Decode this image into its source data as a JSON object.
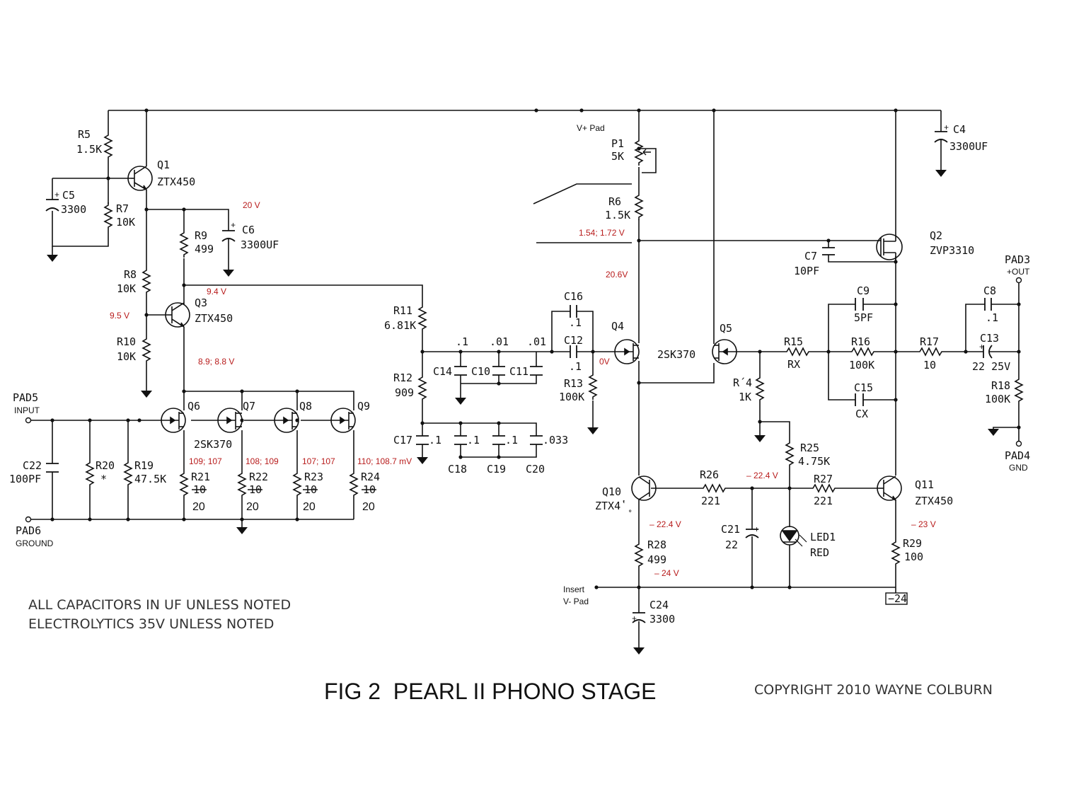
{
  "figure": {
    "title": "FIG 2  PEARL II PHONO STAGE",
    "copyright": "COPYRIGHT 2010 WAYNE COLBURN",
    "notes": [
      "ALL CAPACITORS IN UF UNLESS NOTED",
      "ELECTROLYTICS 35V UNLESS NOTED"
    ]
  },
  "components": [
    {
      "id": "R5",
      "ref": "R5",
      "value": "1.5K"
    },
    {
      "id": "Q1",
      "ref": "Q1",
      "value": "ZTX450"
    },
    {
      "id": "C5",
      "ref": "C5",
      "value": "3300"
    },
    {
      "id": "R7",
      "ref": "R7",
      "value": "10K"
    },
    {
      "id": "R9",
      "ref": "R9",
      "value": "499"
    },
    {
      "id": "C6",
      "ref": "C6",
      "value": "3300UF"
    },
    {
      "id": "R8",
      "ref": "R8",
      "value": "10K"
    },
    {
      "id": "Q3",
      "ref": "Q3",
      "value": "ZTX450"
    },
    {
      "id": "R10",
      "ref": "R10",
      "value": "10K"
    },
    {
      "id": "R11",
      "ref": "R11",
      "value": "6.81K"
    },
    {
      "id": "R12",
      "ref": "R12",
      "value": "909"
    },
    {
      "id": "C14",
      "ref": "C14",
      "value": ".1"
    },
    {
      "id": "C10",
      "ref": "C10",
      "value": ".01"
    },
    {
      "id": "C11",
      "ref": "C11",
      "value": ".01"
    },
    {
      "id": "C17",
      "ref": "C17",
      "value": ".1"
    },
    {
      "id": "C18",
      "ref": "C18",
      "value": ".1"
    },
    {
      "id": "C19",
      "ref": "C19",
      "value": ".1"
    },
    {
      "id": "C20",
      "ref": "C20",
      "value": ".033"
    },
    {
      "id": "C16",
      "ref": "C16",
      "value": ".1"
    },
    {
      "id": "C12",
      "ref": "C12",
      "value": ".1"
    },
    {
      "id": "R13",
      "ref": "R13",
      "value": "100K"
    },
    {
      "id": "Q4",
      "ref": "Q4",
      "value": ""
    },
    {
      "id": "Q5",
      "ref": "Q5",
      "value": ""
    },
    {
      "id": "P1",
      "ref": "P1",
      "value": "5K"
    },
    {
      "id": "R6",
      "ref": "R6",
      "value": "1.5K"
    },
    {
      "id": "C7",
      "ref": "C7",
      "value": "10PF"
    },
    {
      "id": "Q2",
      "ref": "Q2",
      "value": "ZVP3310"
    },
    {
      "id": "C4",
      "ref": "C4",
      "value": "3300UF"
    },
    {
      "id": "R15",
      "ref": "R15",
      "value": "RX"
    },
    {
      "id": "R14",
      "ref": "R´4",
      "value": "1K"
    },
    {
      "id": "C9",
      "ref": "C9",
      "value": "5PF"
    },
    {
      "id": "R16",
      "ref": "R16",
      "value": "100K"
    },
    {
      "id": "C15",
      "ref": "C15",
      "value": "CX"
    },
    {
      "id": "R17",
      "ref": "R17",
      "value": "10"
    },
    {
      "id": "C8",
      "ref": "C8",
      "value": ".1"
    },
    {
      "id": "C13",
      "ref": "C13",
      "value": "22 25V"
    },
    {
      "id": "R18",
      "ref": "R18",
      "value": "100K"
    },
    {
      "id": "R25",
      "ref": "R25",
      "value": "4.75K"
    },
    {
      "id": "R26",
      "ref": "R26",
      "value": "221"
    },
    {
      "id": "R27",
      "ref": "R27",
      "value": "221"
    },
    {
      "id": "Q10",
      "ref": "Q10",
      "value": "ZTX4ʽ˳"
    },
    {
      "id": "Q11",
      "ref": "Q11",
      "value": "ZTX450"
    },
    {
      "id": "C21",
      "ref": "C21",
      "value": "22"
    },
    {
      "id": "LED1",
      "ref": "LED1",
      "value": "RED"
    },
    {
      "id": "R28",
      "ref": "R28",
      "value": "499"
    },
    {
      "id": "R29",
      "ref": "R29",
      "value": "100"
    },
    {
      "id": "C24",
      "ref": "C24",
      "value": "3300"
    },
    {
      "id": "C22",
      "ref": "C22",
      "value": "100PF"
    },
    {
      "id": "R20",
      "ref": "R20",
      "value": "*"
    },
    {
      "id": "R19",
      "ref": "R19",
      "value": "47.5K"
    },
    {
      "id": "Q6",
      "ref": "Q6",
      "value": ""
    },
    {
      "id": "Q7",
      "ref": "Q7",
      "value": ""
    },
    {
      "id": "Q8",
      "ref": "Q8",
      "value": ""
    },
    {
      "id": "Q9",
      "ref": "Q9",
      "value": ""
    },
    {
      "id": "R21",
      "ref": "R21",
      "value": "10"
    },
    {
      "id": "R22",
      "ref": "R22",
      "value": "10"
    },
    {
      "id": "R23",
      "ref": "R23",
      "value": "10"
    },
    {
      "id": "R24",
      "ref": "R24",
      "value": "10"
    }
  ],
  "part_labels": {
    "q45": "2SK370",
    "q69": "2SK370",
    "q5": "2SK370"
  },
  "pads": {
    "pad5": {
      "name": "PAD5",
      "desc": "INPUT"
    },
    "pad6": {
      "name": "PAD6",
      "desc": "GROUND"
    },
    "pad3": {
      "name": "PAD3",
      "desc": "+OUT"
    },
    "pad4": {
      "name": "PAD4",
      "desc": "GND"
    },
    "vplus": "V+ Pad",
    "insert": "Insert",
    "vminus": "V- Pad",
    "minus24": "−24"
  },
  "replacement_values": {
    "r21": "20",
    "r22": "20",
    "r23": "20",
    "r24": "20"
  },
  "voltages": {
    "q1_emitter": "20 V",
    "r6_bottom": "1.54; 1.72 V",
    "q4_drain": "20.6V",
    "q3_collector": "9.4 V",
    "q3_base": "9.5 V",
    "q3_emitter": "8.9; 8.8 V",
    "q4_gate": "0V",
    "r21": "109; 107",
    "r22": "108; 109",
    "r23": "107; 107",
    "r24": "110; 108.7 mV",
    "r26": "– 22.4 V",
    "q10_emitter": "– 22.4 V",
    "q11_emitter": "– 23 V",
    "r28_bottom": "– 24 V"
  }
}
